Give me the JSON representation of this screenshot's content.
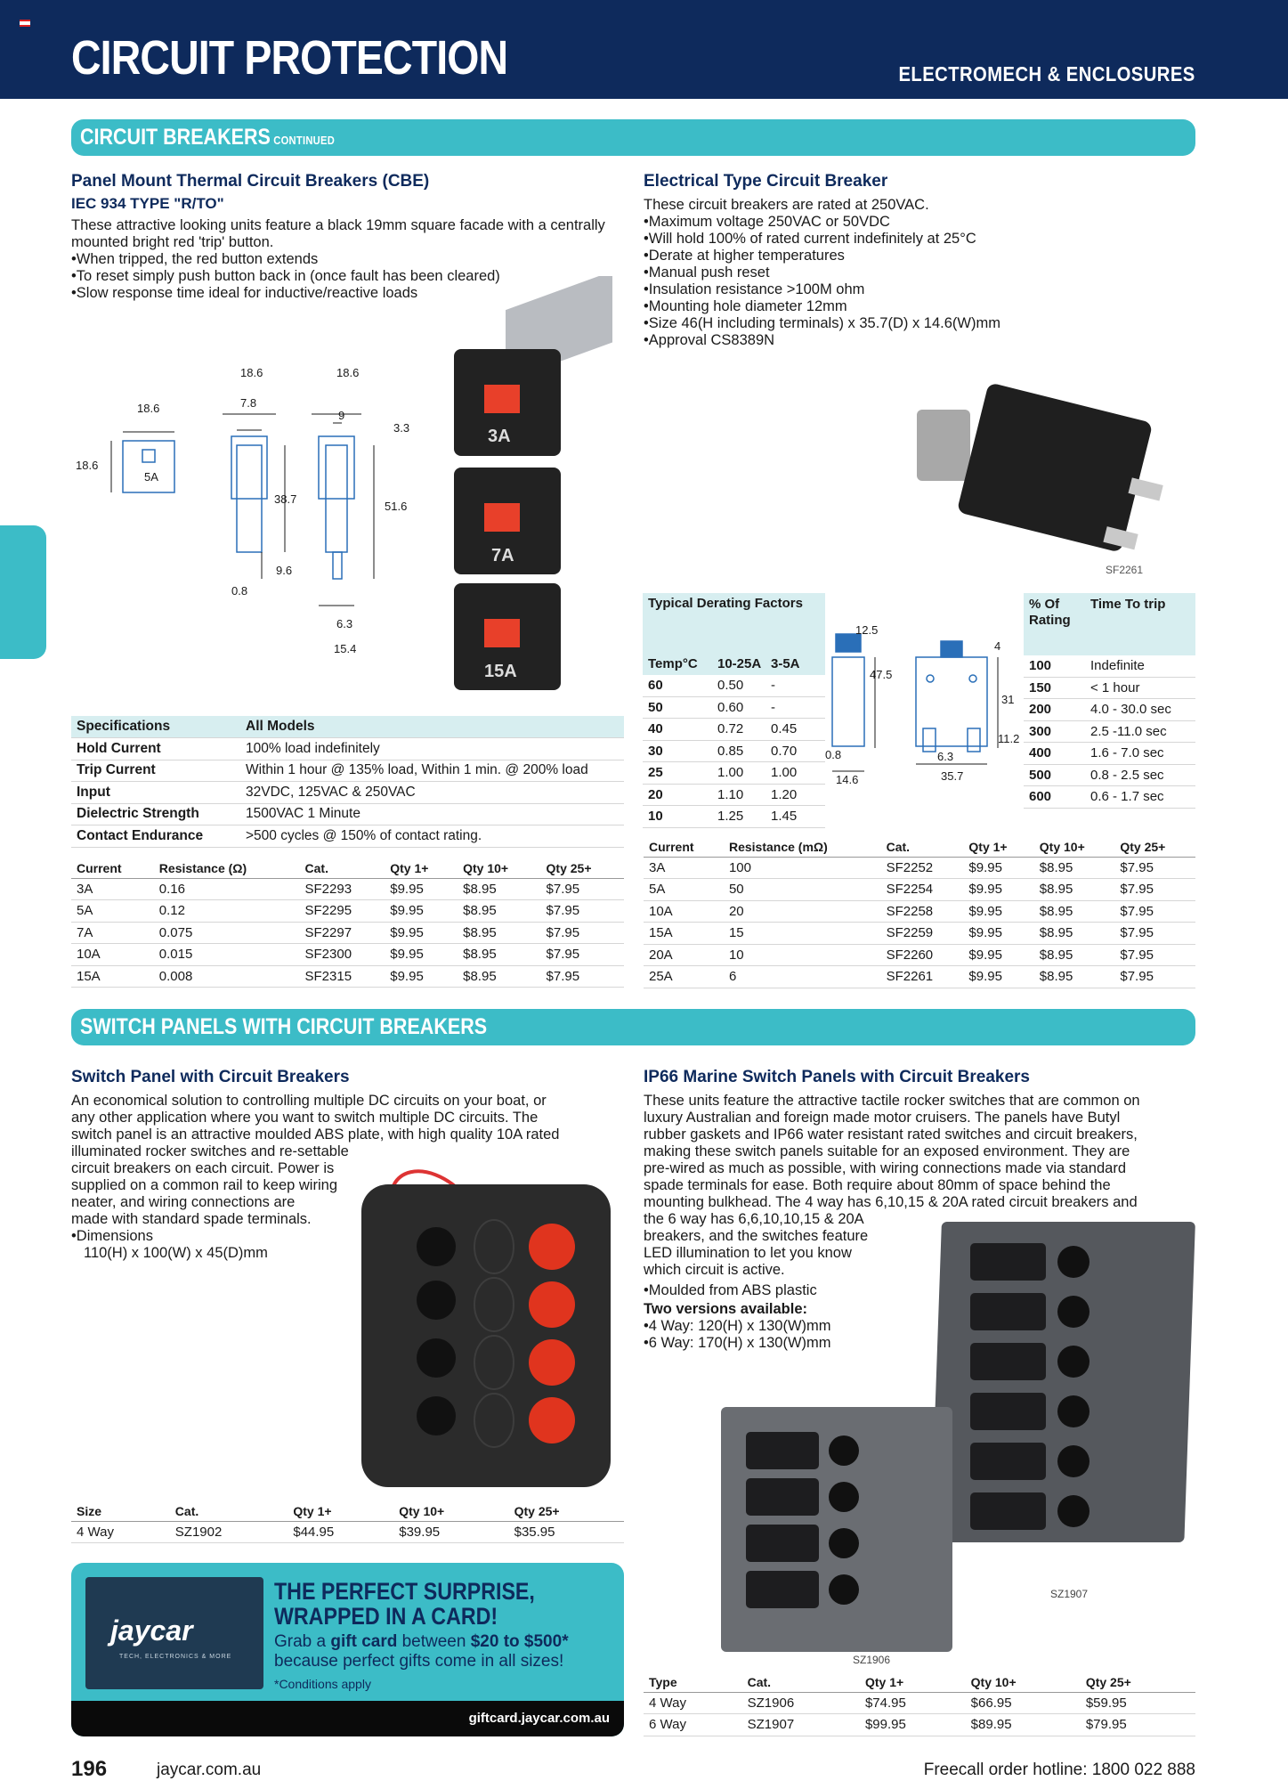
{
  "header": {
    "title": "CIRCUIT PROTECTION",
    "section": "ELECTROMECH & ENCLOSURES"
  },
  "banner1": {
    "title": "CIRCUIT BREAKERS",
    "suffix": "CONTINUED"
  },
  "banner2": {
    "title": "SWITCH PANELS WITH CIRCUIT BREAKERS"
  },
  "cbe": {
    "title": "Panel Mount Thermal Circuit Breakers (CBE)",
    "subtitle": "IEC 934 TYPE \"R/TO\"",
    "intro": "These attractive looking units feature a black 19mm square facade with a centrally mounted bright red 'trip' button.",
    "bullets": [
      "When tripped, the red button extends",
      "To reset simply push button back in (once fault has been cleared)",
      "Slow response time ideal for inductive/reactive loads"
    ],
    "diagram": {
      "d1": "18.6",
      "d2": "18.6",
      "d3": "5A",
      "d4": "18.6",
      "d5": "7.8",
      "d6": "38.7",
      "d7": "9.6",
      "d8": "0.8",
      "d9": "18.6",
      "d10": "9",
      "d11": "3.3",
      "d12": "51.6",
      "d13": "6.3",
      "d14": "15.4"
    },
    "photo_labels": [
      "3A",
      "7A",
      "15A"
    ],
    "spec_head": [
      "Specifications",
      "All Models"
    ],
    "specs": [
      {
        "k": "Hold Current",
        "v": "100% load indefinitely"
      },
      {
        "k": "Trip Current",
        "v": "Within 1 hour @ 135% load, Within 1 min. @ 200% load"
      },
      {
        "k": "Input",
        "v": "32VDC, 125VAC & 250VAC"
      },
      {
        "k": "Dielectric Strength",
        "v": "1500VAC 1 Minute"
      },
      {
        "k": "Contact Endurance",
        "v": ">500 cycles @ 150% of contact rating."
      }
    ],
    "price_head": [
      "Current",
      "Resistance (Ω)",
      "Cat.",
      "Qty 1+",
      "Qty 10+",
      "Qty 25+"
    ],
    "prices": [
      [
        "3A",
        "0.16",
        "SF2293",
        "$9.95",
        "$8.95",
        "$7.95"
      ],
      [
        "5A",
        "0.12",
        "SF2295",
        "$9.95",
        "$8.95",
        "$7.95"
      ],
      [
        "7A",
        "0.075",
        "SF2297",
        "$9.95",
        "$8.95",
        "$7.95"
      ],
      [
        "10A",
        "0.015",
        "SF2300",
        "$9.95",
        "$8.95",
        "$7.95"
      ],
      [
        "15A",
        "0.008",
        "SF2315",
        "$9.95",
        "$8.95",
        "$7.95"
      ]
    ]
  },
  "ect": {
    "title": "Electrical Type Circuit Breaker",
    "intro": "These circuit breakers are rated at 250VAC.",
    "bullets": [
      "Maximum voltage 250VAC or 50VDC",
      "Will hold 100% of rated current indefinitely at 25°C",
      "Derate at higher temperatures",
      "Manual push reset",
      "Insulation resistance >100M ohm",
      "Mounting hole diameter 12mm",
      "Size 46(H including terminals) x 35.7(D) x 14.6(W)mm",
      "Approval CS8389N"
    ],
    "photo_cat": "SF2261",
    "derate_title": "Typical Derating Factors",
    "derate_head": [
      "Temp°C",
      "10-25A",
      "3-5A"
    ],
    "derate_rows": [
      [
        "60",
        "0.50",
        "-"
      ],
      [
        "50",
        "0.60",
        "-"
      ],
      [
        "40",
        "0.72",
        "0.45"
      ],
      [
        "30",
        "0.85",
        "0.70"
      ],
      [
        "25",
        "1.00",
        "1.00"
      ],
      [
        "20",
        "1.10",
        "1.20"
      ],
      [
        "10",
        "1.25",
        "1.45"
      ]
    ],
    "diagram": {
      "a": "12.5",
      "b": "47.5",
      "c": "0.8",
      "d": "14.6",
      "e": "4",
      "f": "31",
      "g": "11.2",
      "h": "6.3",
      "i": "35.7"
    },
    "trip_head": [
      "% Of Rating",
      "Time To trip"
    ],
    "trip_rows": [
      [
        "100",
        "Indefinite"
      ],
      [
        "150",
        "< 1 hour"
      ],
      [
        "200",
        "4.0 - 30.0 sec"
      ],
      [
        "300",
        "2.5 -11.0 sec"
      ],
      [
        "400",
        "1.6 - 7.0 sec"
      ],
      [
        "500",
        "0.8 - 2.5 sec"
      ],
      [
        "600",
        "0.6 - 1.7 sec"
      ]
    ],
    "price_head": [
      "Current",
      "Resistance (mΩ)",
      "Cat.",
      "Qty 1+",
      "Qty 10+",
      "Qty 25+"
    ],
    "prices": [
      [
        "3A",
        "100",
        "SF2252",
        "$9.95",
        "$8.95",
        "$7.95"
      ],
      [
        "5A",
        "50",
        "SF2254",
        "$9.95",
        "$8.95",
        "$7.95"
      ],
      [
        "10A",
        "20",
        "SF2258",
        "$9.95",
        "$8.95",
        "$7.95"
      ],
      [
        "15A",
        "15",
        "SF2259",
        "$9.95",
        "$8.95",
        "$7.95"
      ],
      [
        "20A",
        "10",
        "SF2260",
        "$9.95",
        "$8.95",
        "$7.95"
      ],
      [
        "25A",
        "6",
        "SF2261",
        "$9.95",
        "$8.95",
        "$7.95"
      ]
    ]
  },
  "switch": {
    "title": "Switch Panel with Circuit Breakers",
    "body_lines": [
      "An economical solution to controlling multiple DC circuits on your boat, or",
      "any other application where you want to switch multiple DC circuits. The",
      "switch panel is an attractive moulded ABS plate, with high quality 10A rated",
      "illuminated rocker switches and re-settable",
      "circuit breakers on each circuit. Power is",
      "supplied on a common rail to keep wiring",
      "neater, and wiring connections are",
      "made with standard spade terminals."
    ],
    "dim_label": "Dimensions",
    "dim_value": "110(H) x 100(W) x 45(D)mm",
    "price_head": [
      "Size",
      "Cat.",
      "Qty 1+",
      "Qty 10+",
      "Qty 25+"
    ],
    "prices": [
      [
        "4 Way",
        "SZ1902",
        "$44.95",
        "$39.95",
        "$35.95"
      ]
    ]
  },
  "marine": {
    "title": "IP66 Marine Switch Panels with Circuit Breakers",
    "body_lines": [
      "These units feature the attractive tactile rocker switches that are common on",
      "luxury Australian and foreign made motor cruisers. The panels have Butyl",
      "rubber gaskets and IP66 water resistant rated switches and circuit breakers,",
      "making these switch panels suitable for an exposed environment. They are",
      "pre-wired as much as possible, with wiring connections made via standard",
      "spade terminals for ease. Both require about 80mm of space behind the",
      "mounting bulkhead. The 4 way has 6,10,15 & 20A rated circuit breakers and",
      "the 6 way has 6,6,10,10,15 & 20A",
      "breakers, and the switches feature",
      "LED illumination to let you know",
      "which circuit is active."
    ],
    "bullet1": "Moulded from ABS plastic",
    "versions_label": "Two versions available:",
    "versions": [
      "4 Way: 120(H) x 130(W)mm",
      "6 Way: 170(H) x 130(W)mm"
    ],
    "photo_cats": [
      "SZ1907",
      "SZ1906"
    ],
    "price_head": [
      "Type",
      "Cat.",
      "Qty 1+",
      "Qty 10+",
      "Qty 25+"
    ],
    "prices": [
      [
        "4 Way",
        "SZ1906",
        "$74.95",
        "$66.95",
        "$59.95"
      ],
      [
        "6 Way",
        "SZ1907",
        "$99.95",
        "$89.95",
        "$79.95"
      ]
    ]
  },
  "promo": {
    "logo": "jaycar",
    "logo_tag": "TECH, ELECTRONICS & MORE",
    "head1": "THE PERFECT SURPRISE,",
    "head2": "WRAPPED IN A CARD!",
    "body1_pre": "Grab a ",
    "body1_bold": "gift card",
    "body1_mid": " between ",
    "body1_bold2": "$20 to $500*",
    "body2": "because perfect gifts come in all sizes!",
    "cond": "*Conditions apply",
    "url": "giftcard.jaycar.com.au"
  },
  "footer": {
    "page": "196",
    "site": "jaycar.com.au",
    "hotline": "Freecall order hotline: 1800 022 888"
  }
}
